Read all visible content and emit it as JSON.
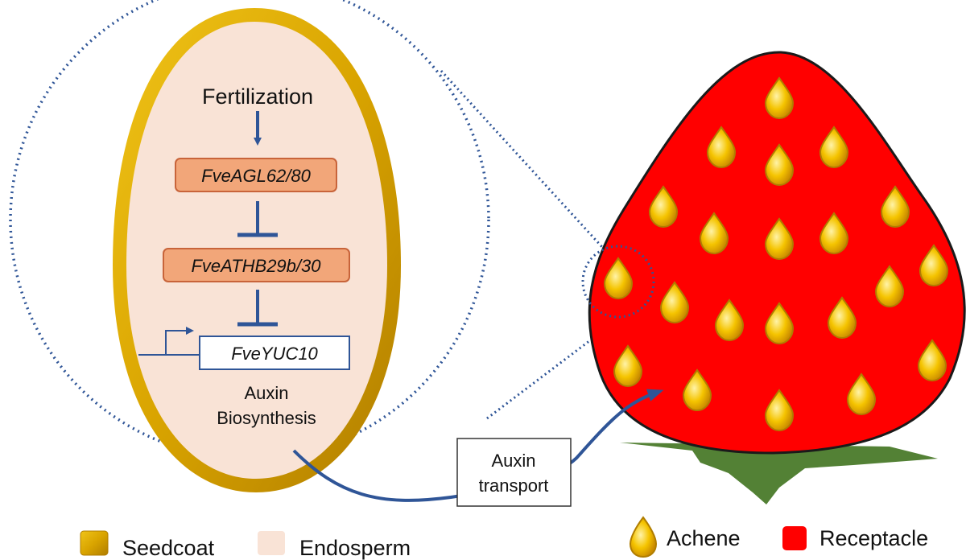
{
  "pathway": {
    "signal": "Fertilization",
    "gene1": "FveAGL62/80",
    "gene2": "FveATHB29b/30",
    "gene3": "FveYUC10",
    "output_line1": "Auxin",
    "output_line2": "Biosynthesis"
  },
  "transport": {
    "line1": "Auxin",
    "line2": "transport"
  },
  "legend": {
    "seedcoat": "Seedcoat",
    "endosperm": "Endosperm",
    "achene": "Achene",
    "receptacle": "Receptacle"
  },
  "colors": {
    "seedcoat": "#d9a400",
    "endosperm": "#f9e3d6",
    "gene_box": "#f2a679",
    "gene_box_border": "#c8643a",
    "arrow": "#2f5597",
    "receptacle": "#ff0000",
    "sepals": "#538135",
    "achene": "#f5c400"
  }
}
